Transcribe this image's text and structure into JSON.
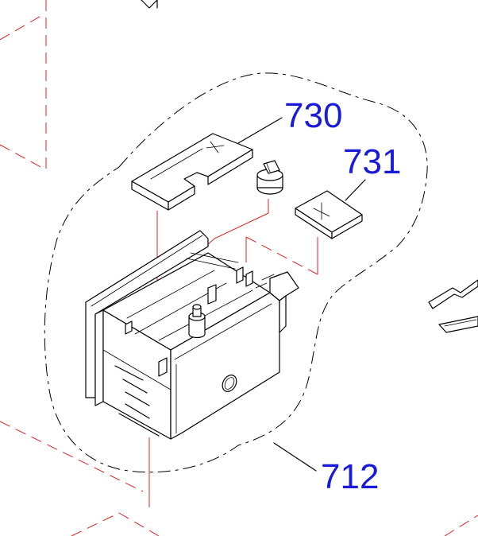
{
  "callouts": [
    {
      "id": "730",
      "label": "730"
    },
    {
      "id": "731",
      "label": "731"
    },
    {
      "id": "712",
      "label": "712"
    }
  ],
  "colors": {
    "callout_text": "#1a1adb",
    "guide_line": "#e02020",
    "ink": "#000000",
    "background": "#ffffff"
  }
}
